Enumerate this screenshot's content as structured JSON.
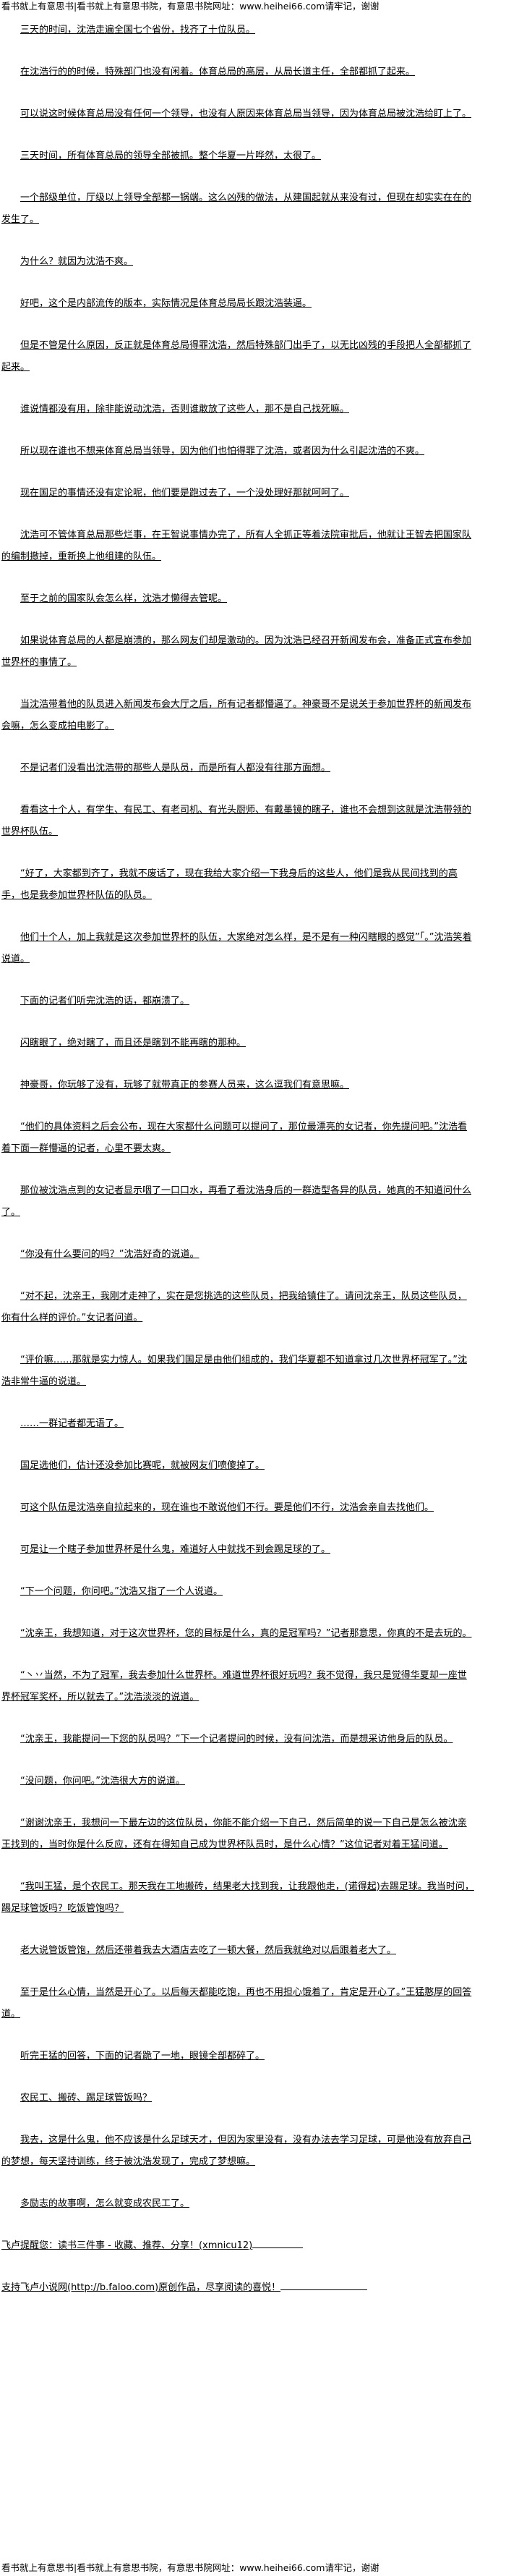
{
  "banner": "看书就上有意思书|看书就上有意思书院，有意思书院网址：www.heihei66.com请牢记，谢谢",
  "paragraphs": [
    "三天的时间，沈浩走遍全国七个省份，找齐了十位队员。",
    "在沈浩行的的时候，特殊部门也没有闲着。体育总局的高层，从局长道主任，全部都抓了起来。",
    "可以说这时候体育总局没有任何一个领导，也没有人原因来体育总局当领导，因为体育总局被沈浩给盯上了。",
    "三天时间，所有体育总局的领导全部被抓。整个华夏一片哗然，太很了。",
    "一个部级单位，厅级以上领导全部都一锅端。这么凶残的做法，从建国起就从来没有过，但现在却实实在在的发生了。",
    "为什么？就因为沈浩不爽。",
    "好吧，这个是内部流传的版本，实际情况是体育总局局长跟沈浩装逼。",
    "但是不管是什么原因，反正就是体育总局得罪沈浩，然后特殊部门出手了，以无比凶残的手段把人全部都抓了起来。",
    "谁说情都没有用，除非能说动沈浩，否则谁敢放了这些人，那不是自己找死嘛。",
    "所以现在谁也不想来体育总局当领导，因为他们也怕得罪了沈浩，或者因为什么引起沈浩的不爽。",
    "现在国足的事情还没有定论呢，他们要是跑过去了，一个没处理好那就呵呵了。",
    "沈浩可不管体育总局那些烂事，在王智说事情办完了，所有人全抓正等着法院审批后，他就让王智去把国家队的编制撤掉，重新换上他组建的队伍。",
    "至于之前的国家队会怎么样，沈浩才懒得去管呢。",
    "如果说体育总局的人都是崩溃的，那么网友们却是激动的。因为沈浩已经召开新闻发布会，准备正式宣布参加世界杯的事情了。",
    "当沈浩带着他的队员进入新闻发布会大厅之后，所有记者都懵逼了。神豪哥不是说关于参加世界杯的新闻发布会嘛，怎么变成拍电影了。",
    "不是记者们没看出沈浩带的那些人是队员，而是所有人都没有往那方面想。",
    "看看这十个人，有学生、有民工、有老司机、有光头厨师、有戴墨镜的瞎子，谁也不会想到这就是沈浩带领的世界杯队伍。",
    "“好了，大家都到齐了，我就不废话了，现在我给大家介绍一下我身后的这些人，他们是我从民间找到的高手，也是我参加世界杯队伍的队员。",
    "他们十个人，加上我就是这次参加世界杯的队伍，大家绝对怎么样，是不是有一种闪瞎眼的感觉”「。”沈浩笑着说道。",
    "下面的记者们听完沈浩的话，都崩溃了。",
    "闪瞎眼了，绝对瞎了，而且还是瞎到不能再瞎的那种。",
    "神豪哥，你玩够了没有，玩够了就带真正的参赛人员来，这么逗我们有意思嘛。",
    "“他们的具体资料之后会公布，现在大家都什么问题可以提问了，那位最漂亮的女记者，你先提问吧。”沈浩看着下面一群懵逼的记者，心里不要太爽。",
    "那位被沈浩点到的女记者显示咽了一口口水，再看了看沈浩身后的一群造型各异的队员，她真的不知道问什么了。",
    "“你没有什么要问的吗？”沈浩好奇的说道。",
    "“对不起，沈亲王，我刚才走神了，实在是您挑选的这些队员，把我给镇住了。请问沈亲王，队员这些队员，你有什么样的评价。”女记者问道。",
    "“评价嘛……那就是实力惊人。如果我们国足是由他们组成的，我们华夏都不知道拿过几次世界杯冠军了。”沈浩非常牛逼的说道。",
    "……一群记者都无语了。",
    "国足选他们，估计还没参加比赛呢，就被网友们喷傻掉了。",
    "可这个队伍是沈浩亲自拉起来的，现在谁也不敢说他们不行。要是他们不行，沈浩会亲自去找他们。",
    "可是让一个瞎子参加世界杯是什么鬼，难道好人中就找不到会踢足球的了。",
    "“下一个问题，你问吧。”沈浩又指了一个人说道。",
    "“沈亲王，我想知道，对于这次世界杯，您的目标是什么，真的是冠军吗？”记者那意思，你真的不是去玩的。",
    "“丶丷当然，不为了冠军，我去参加什么世界杯。难道世界杯很好玩吗？我不觉得，我只是觉得华夏却一座世界杯冠军奖杯，所以就去了。”沈浩淡淡的说道。",
    "“沈亲王，我能提问一下您的队员吗？”下一个记者提问的时候，没有问沈浩，而是想采访他身后的队员。",
    "“没问题，你问吧。”沈浩很大方的说道。",
    "“谢谢沈亲王，我想问一下最左边的这位队员，你能不能介绍一下自己，然后简单的说一下自己是怎么被沈亲王找到的，当时你是什么反应，还有在得知自己成为世界杯队员时，是什么心情？”这位记者对着王猛问道。",
    "“我叫王猛，是个农民工。那天我在工地搬砖，结果老大找到我，让我跟他走，(诺得起)去踢足球。我当时问，踢足球管饭吗？吃饭管饱吗？",
    "老大说管饭管饱，然后还带着我去大酒店去吃了一顿大餐，然后我就绝对以后跟着老大了。",
    "至于是什么心情，当然是开心了。以后每天都能吃饱，再也不用担心饿着了，肯定是开心了。”王猛憨厚的回答道。",
    "听完王猛的回答，下面的记者跪了一地，眼镜全部都碎了。",
    "农民工、搬砖、踢足球管饭吗？",
    "我去，这是什么鬼，他不应该是什么足球天才，但因为家里没有，没有办法去学习足球，可是他没有放弃自己的梦想，每天坚持训练，终于被沈浩发现了，完成了梦想嘛。",
    "多励志的故事啊，怎么就变成农民工了。"
  ],
  "footer": {
    "reminder": "飞卢提醒您：读书三件事 - 收藏、推荐、分享！(xmnicu12)",
    "support": "支持飞卢小说网(http://b.faloo.com)原创作品，尽享阅读的喜悦！"
  }
}
